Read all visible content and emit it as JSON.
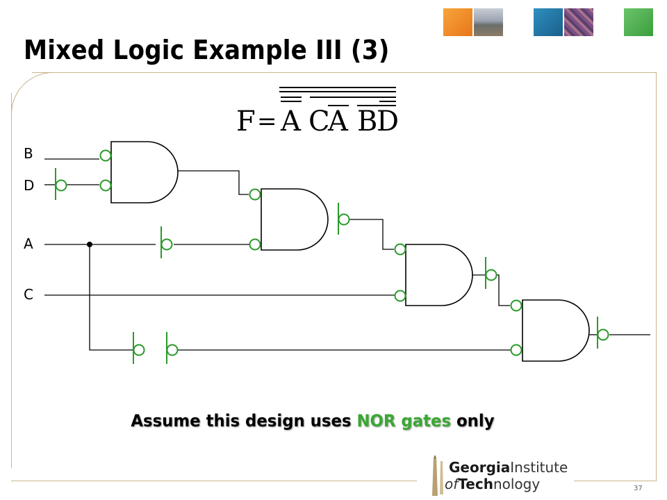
{
  "slide": {
    "title": "Mixed Logic Example III (3)",
    "page_number": "37"
  },
  "equation": {
    "lhs": "F",
    "equals": "=",
    "rhs_terms": [
      "A",
      "C",
      "A",
      "B",
      "D"
    ]
  },
  "inputs": [
    {
      "label": "B"
    },
    {
      "label": "D"
    },
    {
      "label": "A"
    },
    {
      "label": "C"
    }
  ],
  "caption": {
    "prefix": "Assume this design uses ",
    "highlight": "NOR gates",
    "suffix": " only",
    "highlight_color": "#3aa832"
  },
  "logo": {
    "word1_bold": "Georgia",
    "word1_rest": "Institute",
    "word2_prefix": "of",
    "word2_bold": "Tech",
    "word2_rest": "nology"
  },
  "colors": {
    "bubble": "#2a9a2a",
    "wire": "#000000",
    "frame": "#c9b48a",
    "tile_orange": "#f28c1e",
    "tile_blue": "#1f7fb0",
    "tile_green": "#4ab54a"
  }
}
